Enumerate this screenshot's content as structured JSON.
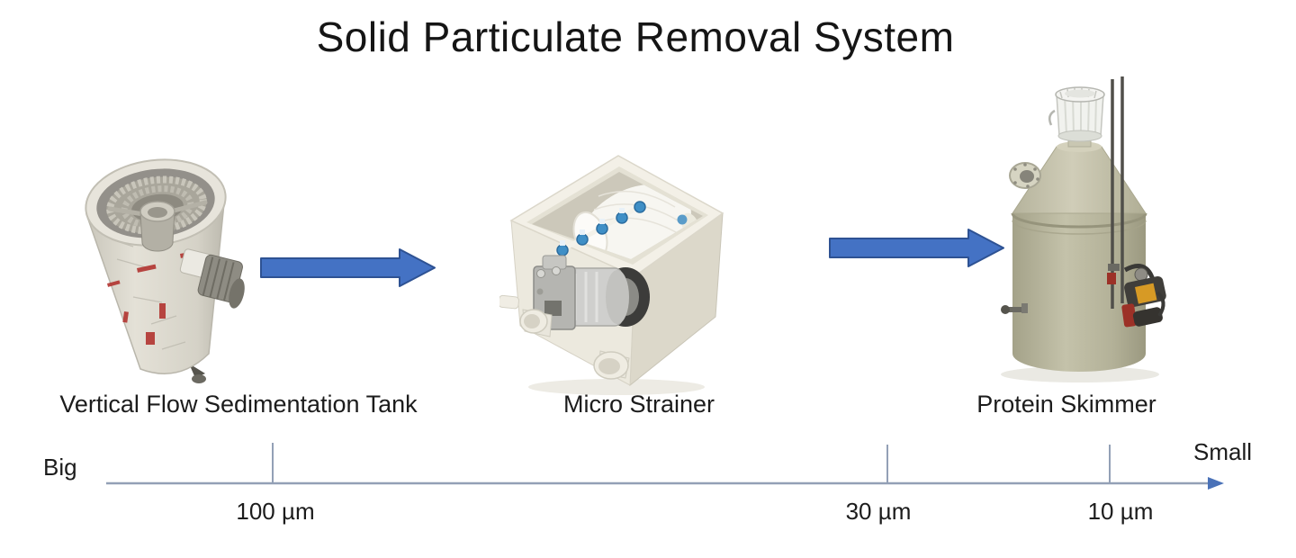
{
  "title": "Solid Particulate Removal System",
  "stages": [
    {
      "label": "Vertical Flow Sedimentation Tank",
      "image": "vertical-flow-sedimentation-tank-photo"
    },
    {
      "label": "Micro Strainer",
      "image": "micro-strainer-photo"
    },
    {
      "label": "Protein Skimmer",
      "image": "protein-skimmer-photo"
    }
  ],
  "flow_arrows": [
    {
      "name": "arrow-stage1-to-stage2"
    },
    {
      "name": "arrow-stage2-to-stage3"
    }
  ],
  "axis": {
    "left_label": "Big",
    "right_label": "Small",
    "ticks": [
      {
        "label": "100 µm",
        "value_um": 100
      },
      {
        "label": "30 µm",
        "value_um": 30
      },
      {
        "label": "10 µm",
        "value_um": 10
      }
    ]
  },
  "colors": {
    "background": "#ffffff",
    "text": "#1c1c1c",
    "flow_arrow_fill": "#4472c4",
    "flow_arrow_border": "#2e5293",
    "axis_line": "#93a0b6",
    "axis_arrowhead": "#4a72b8"
  }
}
